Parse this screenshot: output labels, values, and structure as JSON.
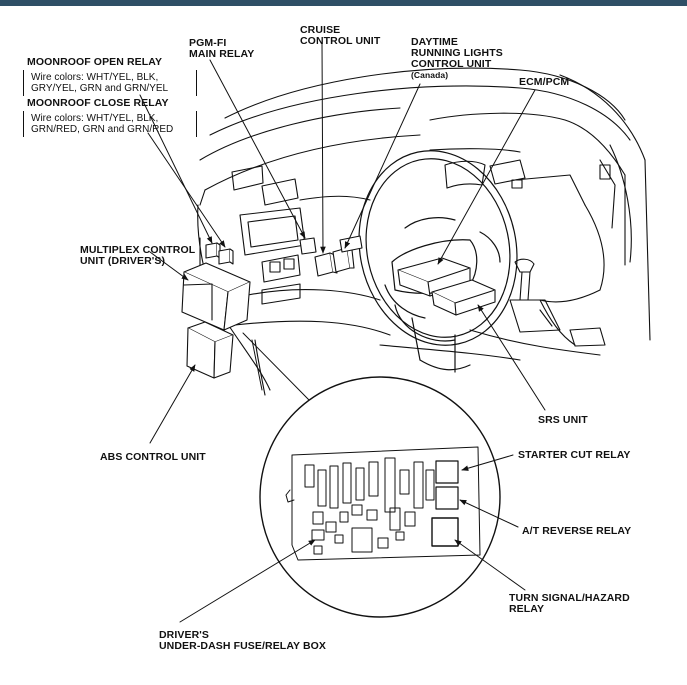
{
  "labels": {
    "moonroof_open": "MOONROOF OPEN RELAY",
    "moonroof_open_wires": [
      "Wire colors: WHT/YEL, BLK,",
      "GRY/YEL, GRN and GRN/YEL"
    ],
    "moonroof_close": "MOONROOF CLOSE RELAY",
    "moonroof_close_wires": [
      "Wire colors: WHT/YEL, BLK,",
      "GRN/RED, GRN and GRN/RED"
    ],
    "pgm_fi": [
      "PGM-FI",
      "MAIN RELAY"
    ],
    "cruise": [
      "CRUISE",
      "CONTROL UNIT"
    ],
    "daytime": [
      "DAYTIME",
      "RUNNING LIGHTS",
      "CONTROL UNIT"
    ],
    "daytime_note": "(Canada)",
    "ecm": "ECM/PCM",
    "multiplex": [
      "MULTIPLEX CONTROL",
      "UNIT (DRIVER'S)"
    ],
    "abs": "ABS CONTROL UNIT",
    "srs": "SRS UNIT",
    "starter_cut": "STARTER CUT RELAY",
    "at_reverse": "A/T REVERSE RELAY",
    "turn_signal": [
      "TURN SIGNAL/HAZARD",
      "RELAY"
    ],
    "fuse_box": [
      "DRIVER'S",
      "UNDER-DASH FUSE/RELAY BOX"
    ]
  },
  "colors": {
    "ink": "#111111",
    "header_bar": "#2f4f66",
    "background": "#ffffff"
  }
}
